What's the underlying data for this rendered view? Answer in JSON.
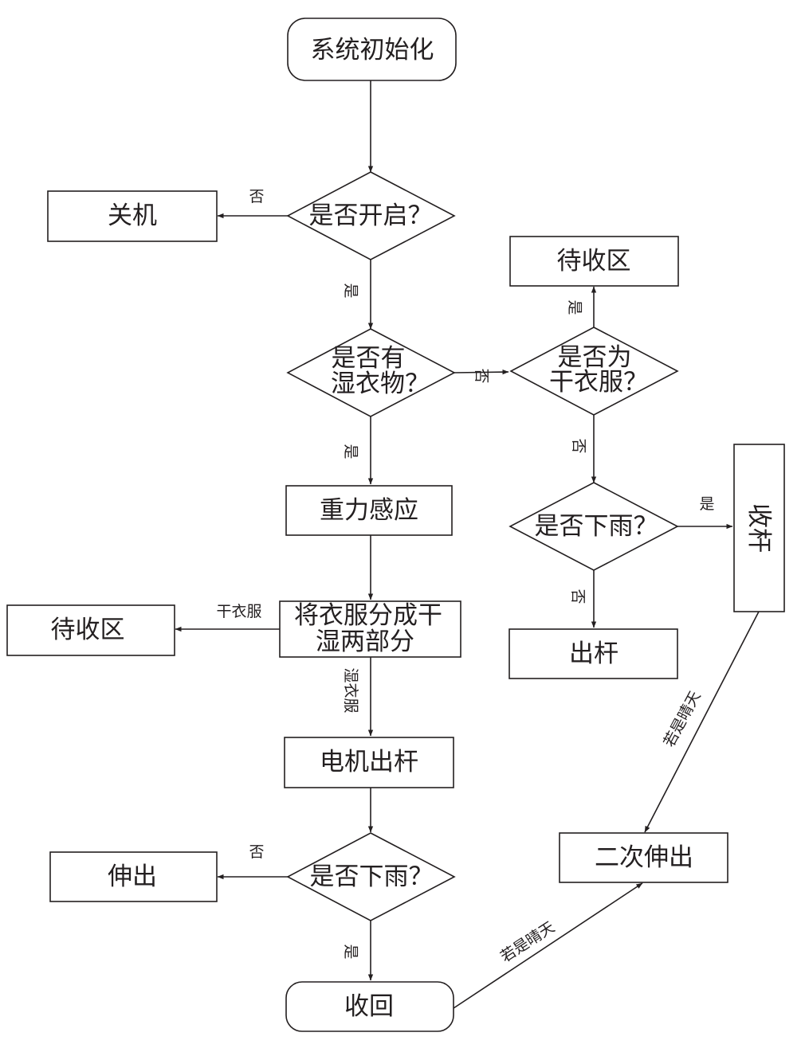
{
  "diagram": {
    "nodes": {
      "init": "系统初始化",
      "q_on": "是否开启？",
      "shutdown": "关机",
      "q_wet": [
        "是否有",
        "湿衣物？"
      ],
      "q_dry": [
        "是否为",
        "干衣服？"
      ],
      "wait_top": "待收区",
      "q_rain_top": "是否下雨？",
      "retract_pole": "收杆",
      "extend_pole": "出杆",
      "gravity": "重力感应",
      "split": [
        "将衣服分成干",
        "湿两部分"
      ],
      "wait_left": "待收区",
      "motor": "电机出杆",
      "q_rain_bottom": "是否下雨？",
      "extend": "伸出",
      "retract": "收回",
      "second_extend": "二次伸出"
    },
    "edge_labels": {
      "on_no": "否",
      "on_yes": "是",
      "wet_no": "否",
      "wet_yes": "是",
      "dry_yes": "是",
      "dry_no": "否",
      "rain_top_yes": "是",
      "rain_top_no": "否",
      "split_dry": "干衣服",
      "split_wet": "湿衣服",
      "rain_bottom_no": "否",
      "rain_bottom_yes": "是",
      "retract_sunny": "若是晴天",
      "pole_sunny": "若是晴天"
    }
  }
}
